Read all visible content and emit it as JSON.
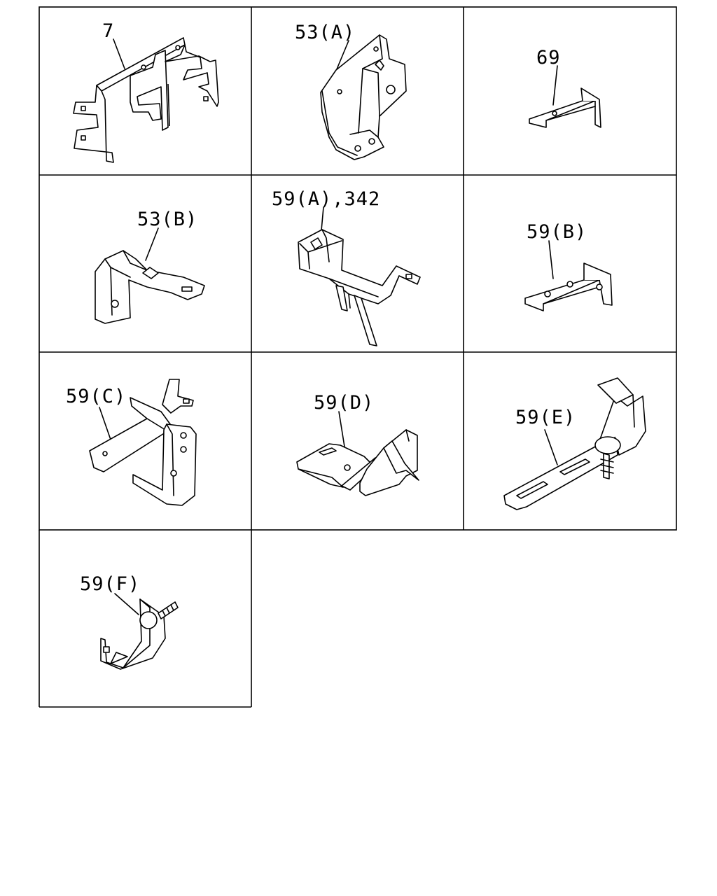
{
  "parts": [
    {
      "id": "c1",
      "label": "7"
    },
    {
      "id": "c2",
      "label": "53(A)"
    },
    {
      "id": "c3",
      "label": "69"
    },
    {
      "id": "c4",
      "label": "53(B)"
    },
    {
      "id": "c5",
      "label": "59(A),342"
    },
    {
      "id": "c6",
      "label": "59(B)"
    },
    {
      "id": "c7",
      "label": "59(C)"
    },
    {
      "id": "c8",
      "label": "59(D)"
    },
    {
      "id": "c9",
      "label": "59(E)"
    },
    {
      "id": "c10",
      "label": "59(F)"
    }
  ]
}
